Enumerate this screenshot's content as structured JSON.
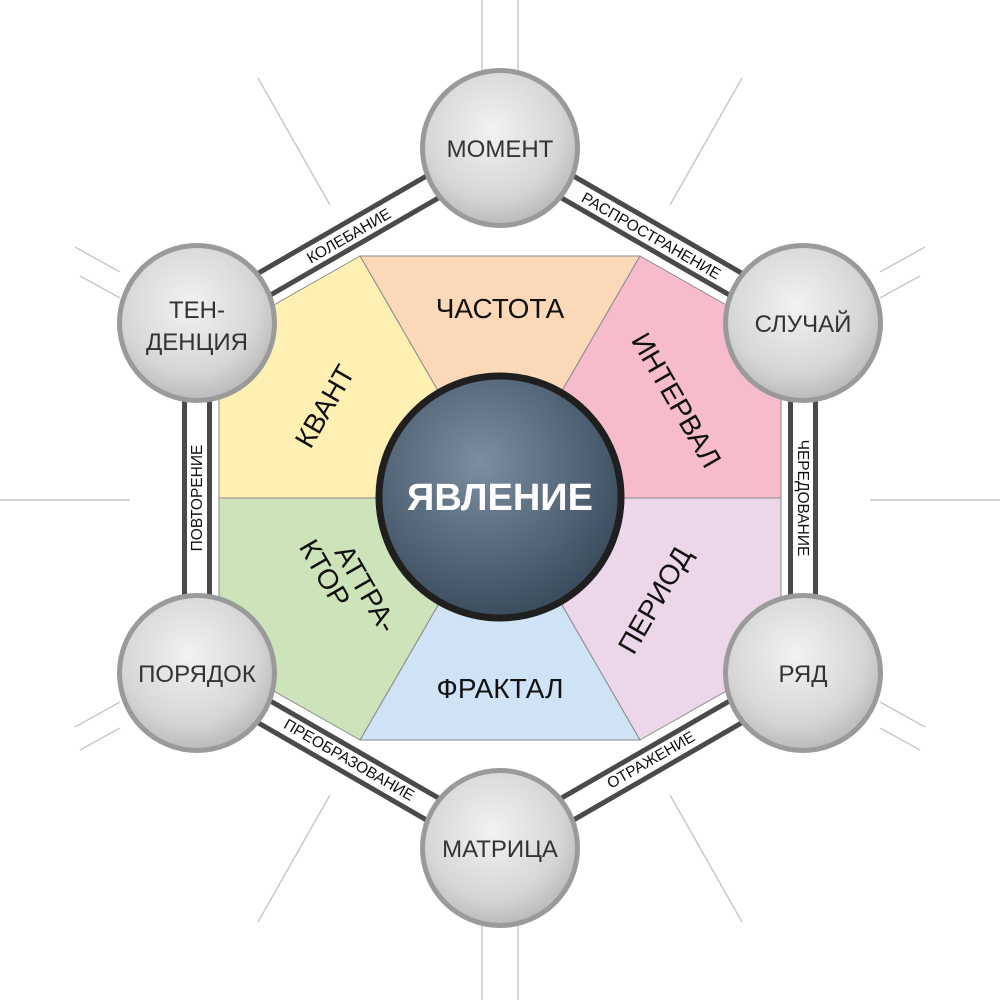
{
  "center": {
    "label": "ЯВЛЕНИЕ"
  },
  "segments": [
    {
      "id": "chastota",
      "label": "ЧАСТОТА",
      "color": "#fbd9b8"
    },
    {
      "id": "interval",
      "label": "ИНТЕРВАЛ",
      "color": "#f6bccb"
    },
    {
      "id": "period",
      "label": "ПЕРИОД",
      "color": "#ecd6ea"
    },
    {
      "id": "fraktal",
      "label": "ФРАКТАЛ",
      "color": "#cfe2f6"
    },
    {
      "id": "attraktor",
      "label_line1": "АТТРА-",
      "label_line2": "КТОР",
      "color": "#cde3ba"
    },
    {
      "id": "kvant",
      "label": "КВАНТ",
      "color": "#fdf0b2"
    }
  ],
  "nodes": [
    {
      "id": "moment",
      "label": "МОМЕНТ"
    },
    {
      "id": "sluchai",
      "label": "СЛУЧАЙ"
    },
    {
      "id": "ryad",
      "label": "РЯД"
    },
    {
      "id": "matritsa",
      "label": "МАТРИЦА"
    },
    {
      "id": "poryadok",
      "label": "ПОРЯДОК"
    },
    {
      "id": "tendentsiya",
      "label_line1": "ТЕН-",
      "label_line2": "ДЕНЦИЯ"
    }
  ],
  "edges": [
    {
      "id": "rasprostranenie",
      "label": "РАСПРОСТРАНЕНИЕ"
    },
    {
      "id": "cheredovanie",
      "label": "ЧЕРЕДОВАНИЕ"
    },
    {
      "id": "otrazhenie",
      "label": "ОТРАЖЕНИЕ"
    },
    {
      "id": "preobrazovanie",
      "label": "ПРЕОБРАЗОВАНИЕ"
    },
    {
      "id": "povtorenie",
      "label": "ПОВТОРЕНИЕ"
    },
    {
      "id": "kolebanie",
      "label": "КОЛЕБАНИЕ"
    }
  ],
  "colors": {
    "frame": "#4a4a4a",
    "center_fill": "#4d6275",
    "center_border": "#1f1f1f",
    "node_fill": "#dcdcdc",
    "rays": "#c9c9c9"
  }
}
